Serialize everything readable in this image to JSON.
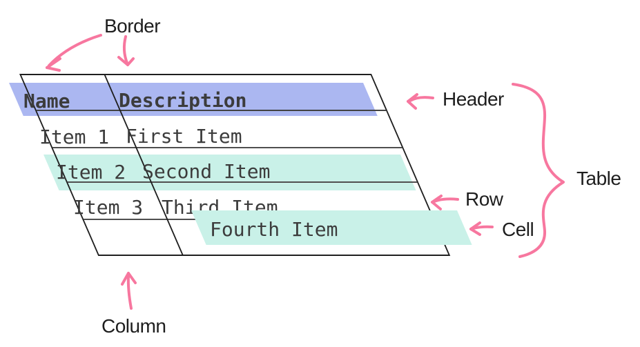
{
  "labels": {
    "border": "Border",
    "header": "Header",
    "table": "Table",
    "row": "Row",
    "cell": "Cell",
    "column": "Column"
  },
  "table": {
    "columns": [
      "Name",
      "Description"
    ],
    "rows": [
      {
        "name": "Item 1",
        "description": "First Item"
      },
      {
        "name": "Item 2",
        "description": "Second Item"
      },
      {
        "name": "Item 3",
        "description": "Third Item"
      },
      {
        "name": "",
        "description": "Fourth Item"
      }
    ]
  },
  "colors": {
    "header_highlight": "#abb7f1",
    "row_highlight": "#c9f1e8",
    "cell_highlight": "#c9f1e8",
    "annotation_pink": "#f7779f",
    "outer_border": "#1f1f1f",
    "grid_line": "#4f4f4f",
    "cell_text": "#3c3c3c",
    "label_text": "#1e1e1e"
  }
}
